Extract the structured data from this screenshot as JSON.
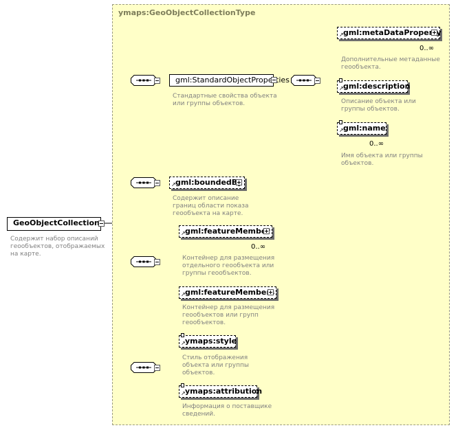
{
  "root": {
    "label": "GeoObjectCollection",
    "description": "Содержит набор описаний\nгеообъектов, отображаемых\nна карте."
  },
  "type_panel": {
    "title": "ymaps:GeoObjectCollectionType"
  },
  "groups": {
    "standard": {
      "label": "gml:StandardObjectProperties",
      "description": "Стандартные свойства объекта\nили группы объектов.",
      "children": [
        {
          "label": "gml:metaDataProperty",
          "cardinality": "0..∞",
          "description": "Дополнительные метаданные\nгеообъекта."
        },
        {
          "label": "gml:description",
          "cardinality": "",
          "description": "Описание объекта или\nгруппы объектов."
        },
        {
          "label": "gml:name",
          "cardinality": "0..∞",
          "description": "Имя объекта или группы\nобъектов."
        }
      ]
    },
    "bounded": {
      "label": "gml:boundedBy",
      "description": "Содержит описание\nграниц области показа\nгеообъекта на карте."
    },
    "features": {
      "member": {
        "label": "gml:featureMember",
        "cardinality": "0..∞",
        "description": "Контейнер для размещения\nотдельного геообъекта или\nгруппы геообъектов."
      },
      "members": {
        "label": "gml:featureMembers",
        "description": "Контейнер для размещения\nгеообъектов или групп\nгеообъектов."
      }
    },
    "style": {
      "style": {
        "label": "ymaps:style",
        "description": "Стиль отображения\nобъекта или группы\nобъектов."
      },
      "attribution": {
        "label": "ymaps:attribution",
        "description": "Информация о поставщике\nсведений."
      }
    }
  }
}
